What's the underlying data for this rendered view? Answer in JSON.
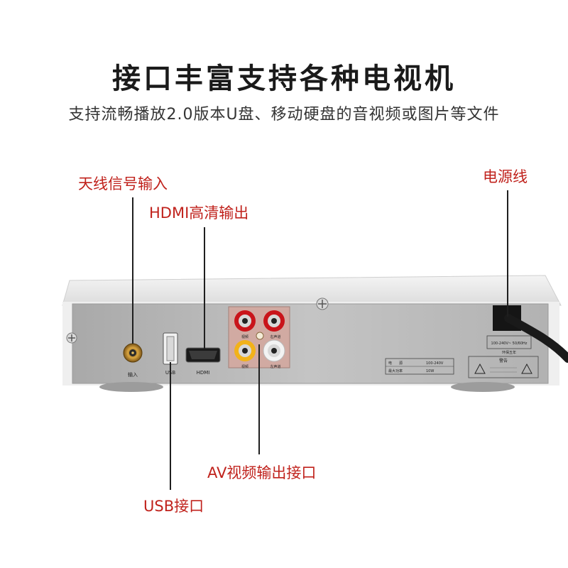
{
  "heading": {
    "title": "接口丰富支持各种电视机",
    "subtitle": "支持流畅播放2.0版本U盘、移动硬盘的音视频或图片等文件"
  },
  "callouts": {
    "antenna": "天线信号输入",
    "hdmi": "HDMI高清输出",
    "power": "电源线",
    "av": "AV视频输出接口",
    "usb": "USB接口"
  },
  "panel": {
    "antenna_port": "输入",
    "usb_port": "USB",
    "hdmi_port": "HDMI",
    "av_top_left": "视频",
    "av_top_right": "右声道",
    "av_bottom_left": "视频",
    "av_bottom_right": "左声道",
    "power_rating": "100-240V~ 50/60Hz",
    "eco_label": "环保五年",
    "warning_title": "警告",
    "spec_power_label": "电　　源",
    "spec_power_value": "100-240V",
    "spec_max_label": "最大功率",
    "spec_max_value": "10W"
  },
  "colors": {
    "callout_text": "#c0221c",
    "title_text": "#1a1a1a",
    "panel_metal": "#b9b9b9",
    "rca_red": "#c9141a",
    "rca_yellow": "#f2b21a"
  }
}
